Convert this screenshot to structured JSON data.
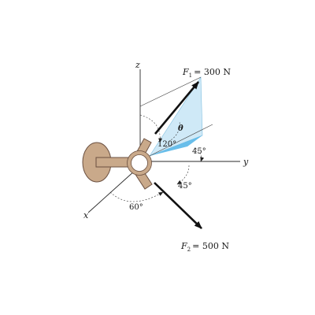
{
  "figure": {
    "axes": {
      "z": "z",
      "y": "y",
      "x": "x"
    },
    "forces": {
      "F1": {
        "symbol": "F",
        "subscript": "1",
        "value_text": "= 300 N"
      },
      "F2": {
        "symbol": "F",
        "subscript": "2",
        "value_text": "= 500 N"
      }
    },
    "angles": {
      "theta": "θ",
      "a120": "120°",
      "a45_upper": "45°",
      "a45_lower": "45°",
      "a60": "60°"
    },
    "colors": {
      "plane_fill": "#cfe9f7",
      "plane_dark": "#4fb3e6",
      "support_fill": "#c9a98a",
      "support_stroke": "#6b5040",
      "arrow": "#111111"
    }
  }
}
